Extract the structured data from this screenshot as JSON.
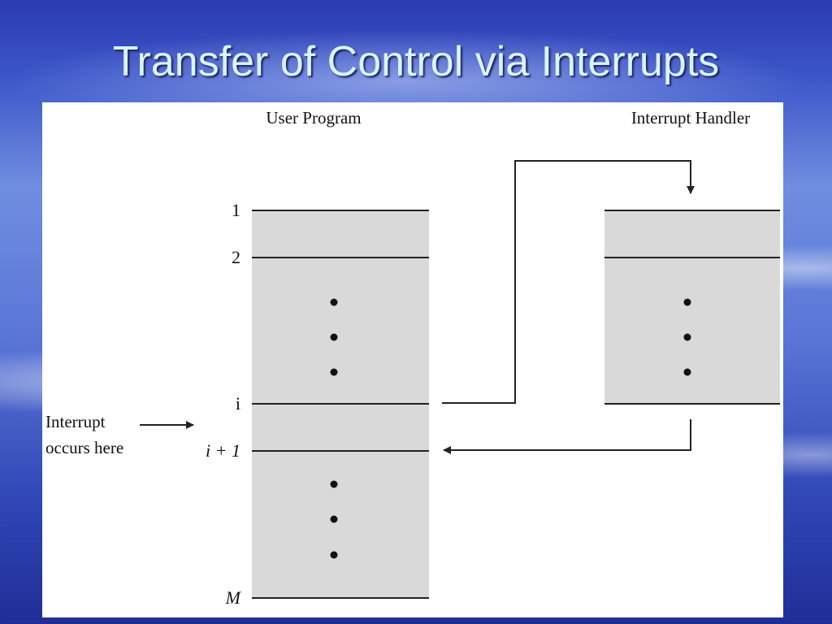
{
  "slide": {
    "title": "Transfer of Control via Interrupts"
  },
  "diagram": {
    "user_program_label": "User Program",
    "interrupt_handler_label": "Interrupt Handler",
    "row_labels": {
      "line_1": "1",
      "line_2": "2",
      "line_i": "i",
      "line_i_plus_1": "i + 1",
      "line_m": "M"
    },
    "annotation_line1": "Interrupt",
    "annotation_line2": "occurs here",
    "colors": {
      "block_fill": "#d9d9d9",
      "line": "#222222"
    }
  }
}
